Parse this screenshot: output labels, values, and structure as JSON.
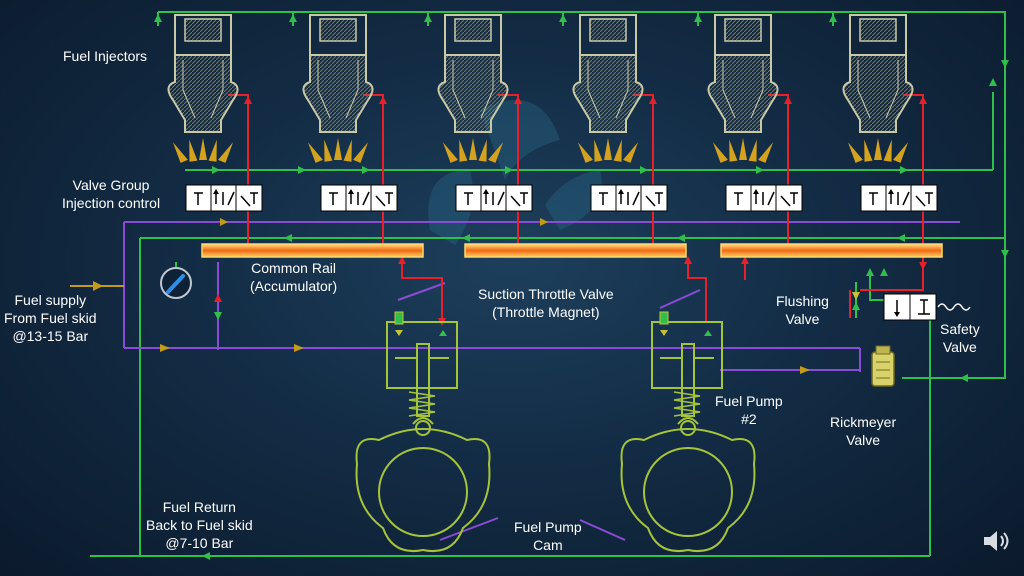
{
  "labels": {
    "fuel_injectors": "Fuel Injectors",
    "valve_group": [
      "Valve Group",
      "Injection control"
    ],
    "common_rail": [
      "Common Rail",
      "(Accumulator)"
    ],
    "suction_throttle": [
      "Suction Throttle Valve",
      "(Throttle Magnet)"
    ],
    "fuel_supply": [
      "Fuel supply",
      "From Fuel skid",
      "@13-15 Bar"
    ],
    "flushing_valve": [
      "Flushing",
      "Valve"
    ],
    "safety_valve": [
      "Safety",
      "Valve"
    ],
    "fuel_pump_2": [
      "Fuel Pump",
      "#2"
    ],
    "rickmeyer_valve": [
      "Rickmeyer",
      "Valve"
    ],
    "fuel_return": [
      "Fuel Return",
      "Back to Fuel skid",
      "@7-10 Bar"
    ],
    "fuel_pump_cam": [
      "Fuel Pump",
      "Cam"
    ]
  },
  "icons": {
    "speaker": "speaker-icon",
    "pressure_gauge": "pressure-gauge-icon"
  },
  "colors": {
    "background": "#132c45",
    "green_line": "#2fbf4a",
    "red_line": "#e8202a",
    "purple_line": "#8a4bd6",
    "component": "#a6c43a",
    "injector": "#c9c9a6",
    "spray": "#d4a21e",
    "rail": "#f59a1c",
    "text": "#ffffff"
  }
}
